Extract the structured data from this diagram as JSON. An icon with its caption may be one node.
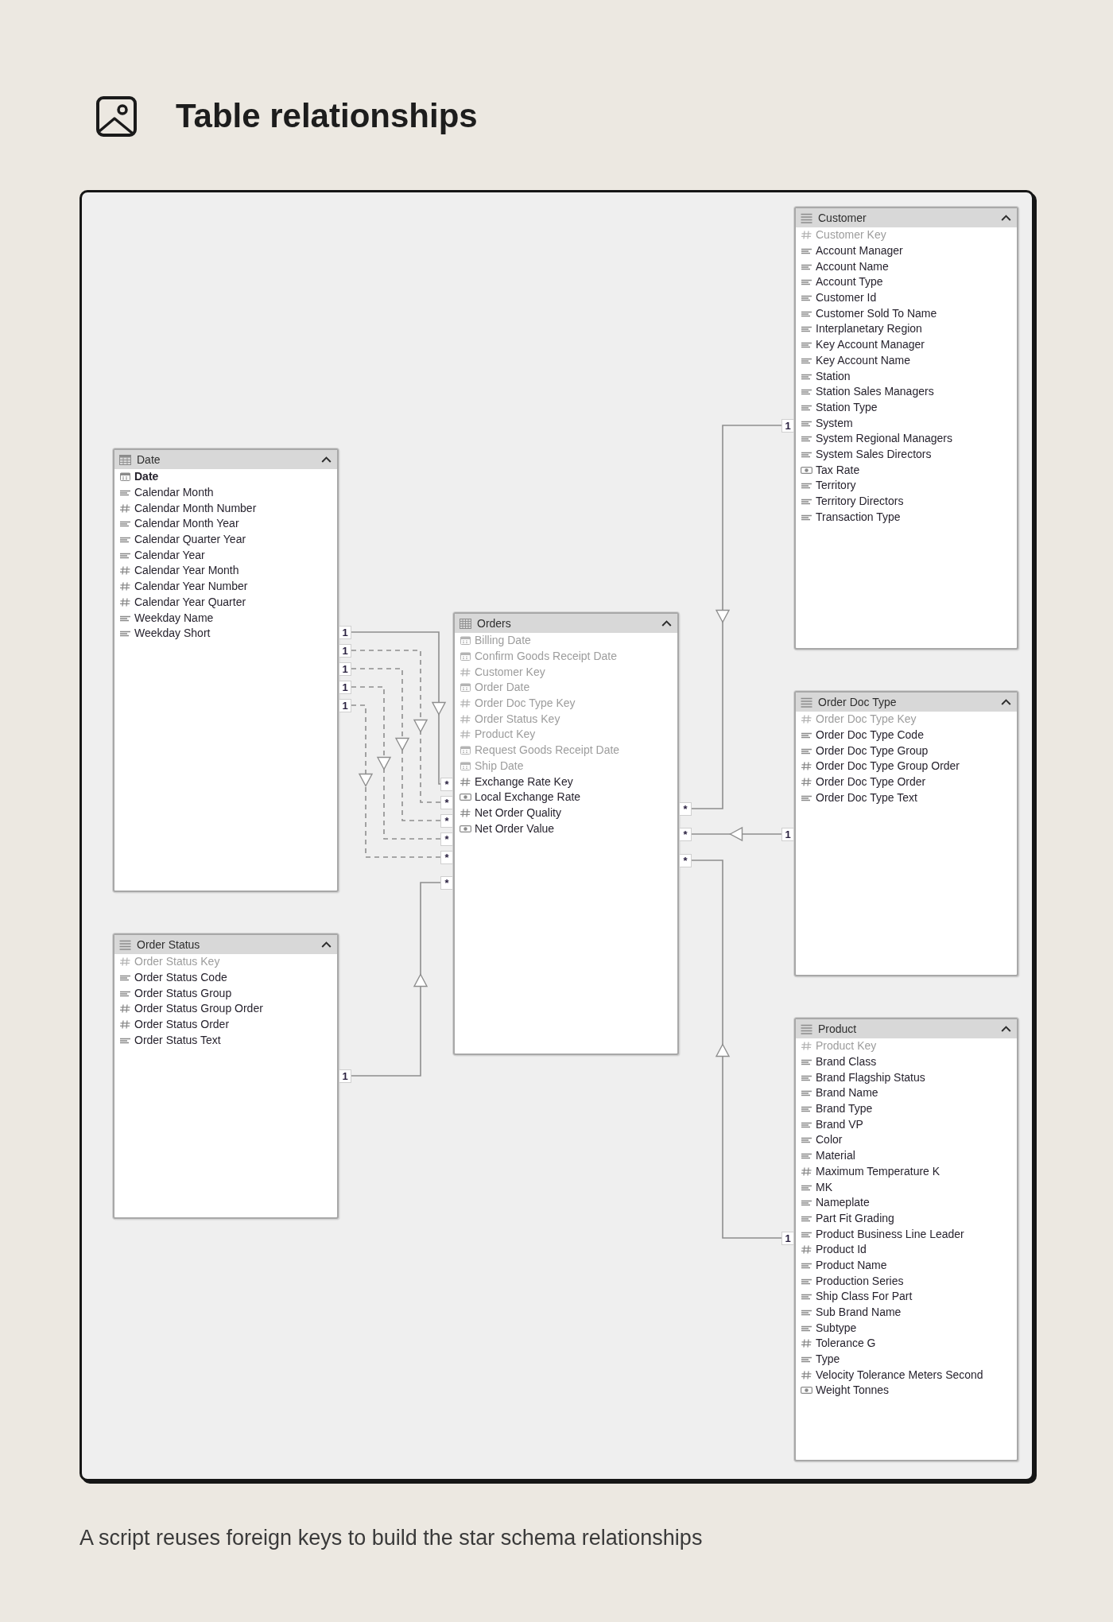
{
  "diagram": {
    "title": "Table relationships",
    "caption": "A script reuses foreign keys to build the star schema relationships",
    "nodes": [
      {
        "text": [
          "Customer",
          "Customer Key",
          "Account Manager",
          "Account Name",
          "Account Type",
          "Customer Id",
          "Customer Sold To Name",
          "Interplanetary Region",
          "Key Account Manager",
          "Key Account Name",
          "Station",
          "Station Sales Managers",
          "Station Type",
          "System",
          "System Regional Managers",
          "System Sales Directors",
          "Tax Rate",
          "Territory",
          "Territory Directors",
          "Transaction Type"
        ]
      },
      {
        "text": [
          "Date",
          "Date",
          "Calendar Month",
          "Calendar Month Number",
          "Calendar Month Year",
          "Calendar Quarter Year",
          "Calendar Year",
          "Calendar Year Month",
          "Calendar Year Number",
          "Calendar Year Quarter",
          "Weekday Name",
          "Weekday Short"
        ]
      },
      {
        "text": [
          "Orders",
          "Billing Date",
          "Confirm Goods Receipt Date",
          "Customer Key",
          "Order Date",
          "Order Doc Type Key",
          "Order Status Key",
          "Product Key",
          "Request Goods Receipt Date",
          "Ship Date",
          "Exchange Rate Key",
          "Local Exchange Rate",
          "Net Order Quality",
          "Net Order Value"
        ]
      },
      {
        "text": [
          "Order Doc Type",
          "Order Doc Type Key",
          "Order Doc Type Code",
          "Order Doc Type Group",
          "Order Doc Type Group Order",
          "Order Doc Type Order",
          "Order Doc Type Text"
        ]
      },
      {
        "text": [
          "Order Status",
          "Order Status Key",
          "Order Status Code",
          "Order Status Group",
          "Order Status Group Order",
          "Order Status Order",
          "Order Status Text"
        ]
      },
      {
        "text": [
          "Product",
          "Product Key",
          "Brand Class",
          "Brand Flagship Status",
          "Brand Name",
          "Brand Type",
          "Brand VP",
          "Color",
          "Material",
          "Maximum Temperature K",
          "MK",
          "Nameplate",
          "Part Fit Grading",
          "Product Business Line Leader",
          "Product Id",
          "Product Name",
          "Production Series",
          "Ship Class For Part",
          "Sub Brand Name",
          "Subtype",
          "Tolerance G",
          "Type",
          "Velocity Tolerance Meters Second",
          "Weight Tonnes"
        ]
      }
    ],
    "edges": [
      {
        "from": 0,
        "to": 2,
        "arrow": "to"
      },
      {
        "from": 1,
        "to": 2,
        "arrow": "to"
      },
      {
        "from": 1,
        "to": 2,
        "arrow": "to",
        "style": "dashed"
      },
      {
        "from": 1,
        "to": 2,
        "arrow": "to",
        "style": "dashed"
      },
      {
        "from": 1,
        "to": 2,
        "arrow": "to",
        "style": "dashed"
      },
      {
        "from": 1,
        "to": 2,
        "arrow": "to",
        "style": "dashed"
      },
      {
        "from": 3,
        "to": 2,
        "arrow": "to"
      },
      {
        "from": 4,
        "to": 2,
        "arrow": "to"
      },
      {
        "from": 5,
        "to": 2,
        "arrow": "to"
      }
    ],
    "labels": [
      "1",
      "1",
      "1",
      "1",
      "1",
      "1",
      "*",
      "*",
      "*",
      "*",
      "*",
      "*",
      "*",
      "*",
      "*",
      "1",
      "1",
      "1"
    ]
  }
}
